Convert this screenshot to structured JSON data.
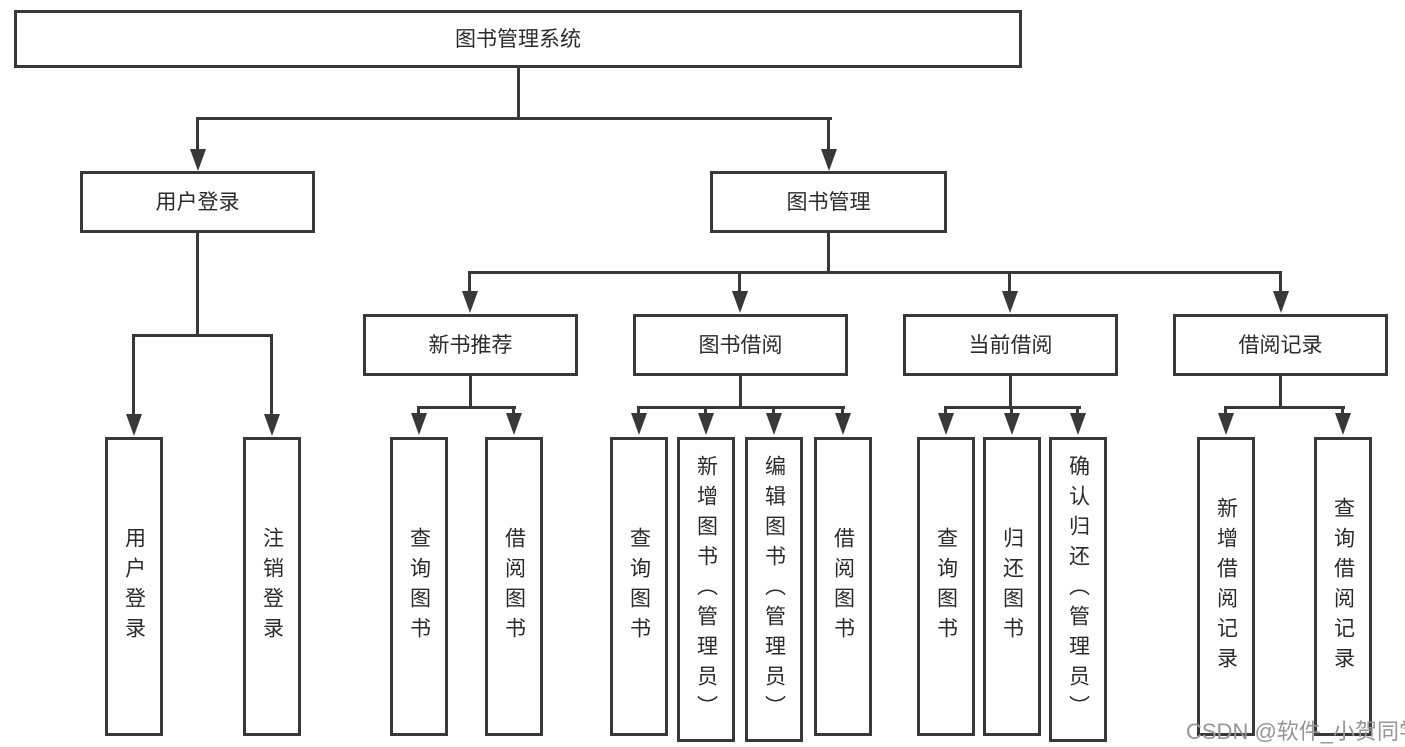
{
  "tree": {
    "root": {
      "label": "图书管理系统",
      "children": [
        {
          "label": "用户登录",
          "children": [
            {
              "label": "用户登录"
            },
            {
              "label": "注销登录"
            }
          ]
        },
        {
          "label": "图书管理",
          "children": [
            {
              "label": "新书推荐",
              "children": [
                {
                  "label": "查询图书"
                },
                {
                  "label": "借阅图书"
                }
              ]
            },
            {
              "label": "图书借阅",
              "children": [
                {
                  "label": "查询图书"
                },
                {
                  "label": "新增图书（管理员）"
                },
                {
                  "label": "编辑图书（管理员）"
                },
                {
                  "label": "借阅图书"
                }
              ]
            },
            {
              "label": "当前借阅",
              "children": [
                {
                  "label": "查询图书"
                },
                {
                  "label": "归还图书"
                },
                {
                  "label": "确认归还（管理员）"
                }
              ]
            },
            {
              "label": "借阅记录",
              "children": [
                {
                  "label": "新增借阅记录"
                },
                {
                  "label": "查询借阅记录"
                }
              ]
            }
          ]
        }
      ]
    }
  },
  "watermark": {
    "text": "CSDN @软件_小贺同学"
  },
  "colors": {
    "line": "#383838",
    "text": "#2b2b2b",
    "watermark": "#969696",
    "background": "#ffffff"
  }
}
